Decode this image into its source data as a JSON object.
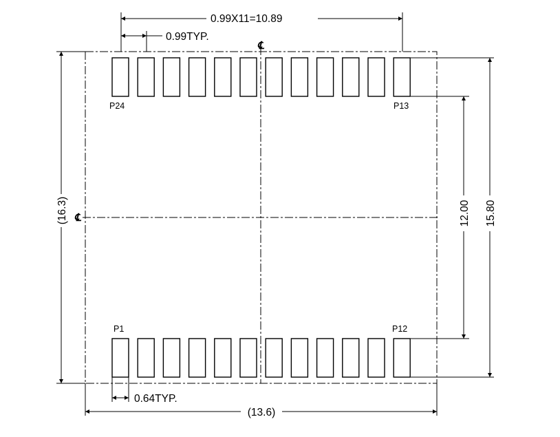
{
  "dimensions": {
    "pitch_total": "0.99X11=10.89",
    "pitch": "0.99TYP.",
    "pad_width": "0.64TYP.",
    "body_width": "(13.6)",
    "body_height": "(16.3)",
    "pad_row_span": "12.00",
    "pad_outer_span": "15.80"
  },
  "pins": {
    "top_left": "P24",
    "top_right": "P13",
    "bottom_left": "P1",
    "bottom_right": "P12"
  },
  "centerline": {
    "symbol": "℄"
  },
  "pads": {
    "top_row_count": 12,
    "bottom_row_count": 12
  }
}
